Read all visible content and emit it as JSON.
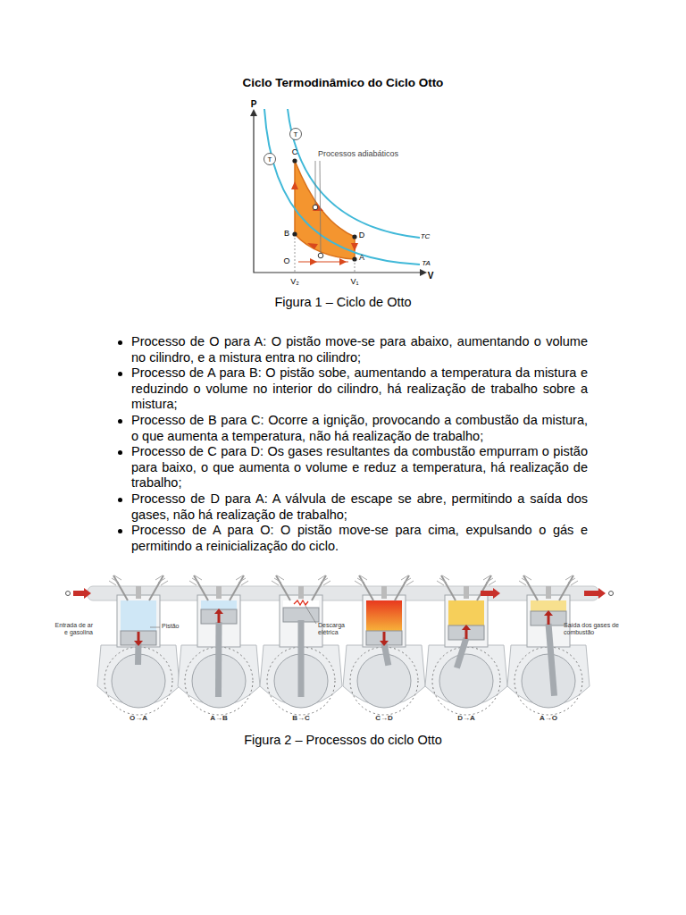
{
  "diagram": {
    "title": "Ciclo Termodinâmico do Ciclo Otto",
    "caption": "Figura 2 – Processos do ciclo Otto",
    "labels": [
      "P",
      "T",
      "T",
      "C",
      "Processos adiabáticos",
      "B",
      "D",
      "TC",
      "O",
      "A",
      "TA",
      "V",
      "V₂",
      "V₁",
      "Figura 1 – Ciclo de Otto",
      "Processo de O para A: O pistão move-se para abaixo, aumentando o volume no cilindro, e a mistura entra no cilindro;",
      "Processo de A para B: O pistão sobe, aumentando a temperatura da mistura e reduzindo o volume no interior do cilindro, há realização de trabalho sobre a mistura;",
      "Processo de B para C: Ocorre a ignição, provocando a combustão da mistura, o que aumenta a temperatura, não há realização de trabalho;",
      "Processo de C para D: Os gases resultantes da combustão empurram o pistão para baixo, o que aumenta o volume e reduz a temperatura, há realização de trabalho;",
      "Processo de D para A: A válvula de escape se abre, permitindo a saída dos gases, não há realização de trabalho;",
      "Processo de A para O: O pistão move-se para cima, expulsando o gás e permitindo a reinicialização do ciclo.",
      "Entrada de ar e gasolina",
      "Pistão",
      "Descarga elétrica",
      "Saída dos gases de combustão",
      "O→A",
      "A→B",
      "B→C",
      "C→D",
      "D→A",
      "A→O"
    ]
  }
}
